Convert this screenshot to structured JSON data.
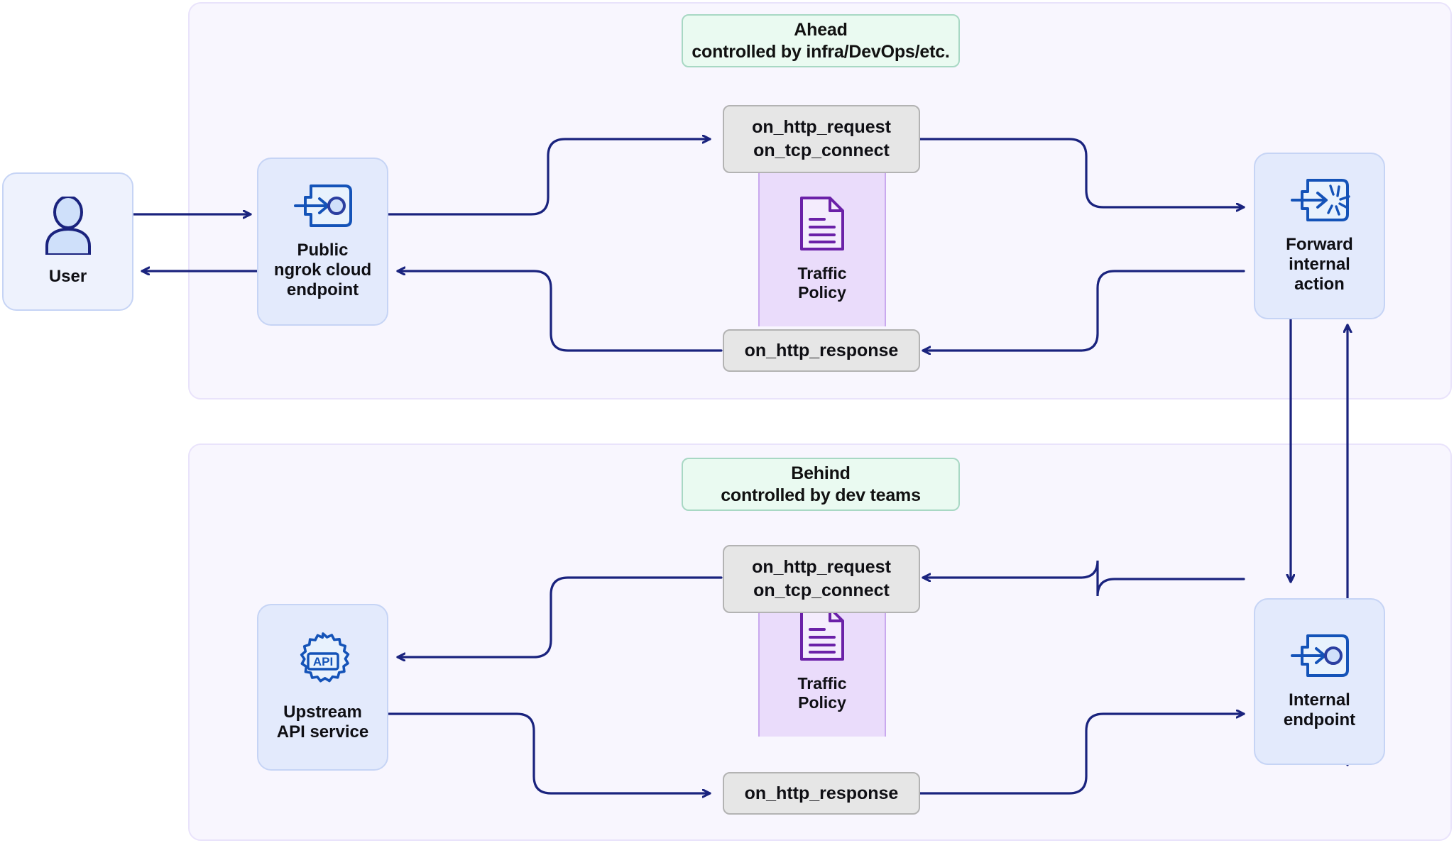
{
  "diagram": {
    "title": "ngrok Ahead / Behind traffic policy architecture",
    "colors": {
      "zone_bg": "#f8f6fe",
      "zone_border": "#e9e3fb",
      "zone_label_bg": "#eafaf1",
      "zone_label_border": "#a8d8c4",
      "node_bg": "#e3eafc",
      "node_border": "#c6d4f5",
      "hook_bg": "#e6e6e6",
      "hook_border": "#b3b3b3",
      "policy_bg": "#eadcfb",
      "policy_border": "#c9a9ee",
      "connector": "#1a237e",
      "icon_blue": "#1453b8",
      "icon_purple": "#6b21a8"
    },
    "zones": [
      {
        "id": "ahead",
        "label_line1": "Ahead",
        "label_line2": "controlled by infra/DevOps/etc."
      },
      {
        "id": "behind",
        "label_line1": "Behind",
        "label_line2": "controlled by dev teams"
      }
    ],
    "nodes": [
      {
        "id": "user",
        "label": "User",
        "icon": "user-icon"
      },
      {
        "id": "public-endpoint",
        "label_line1": "Public",
        "label_line2": "ngrok cloud",
        "label_line3": "endpoint",
        "icon": "endpoint-icon"
      },
      {
        "id": "forward-internal-action",
        "label_line1": "Forward",
        "label_line2": "internal",
        "label_line3": "action",
        "icon": "forward-action-icon"
      },
      {
        "id": "upstream-api-service",
        "label_line1": "Upstream",
        "label_line2": "API service",
        "icon": "api-gear-icon",
        "icon_text": "API"
      },
      {
        "id": "internal-endpoint",
        "label_line1": "Internal",
        "label_line2": "endpoint",
        "icon": "endpoint-icon"
      }
    ],
    "hooks": [
      {
        "id": "ahead-request",
        "line1": "on_http_request",
        "line2": "on_tcp_connect"
      },
      {
        "id": "ahead-response",
        "line1": "on_http_response"
      },
      {
        "id": "behind-request",
        "line1": "on_http_request",
        "line2": "on_tcp_connect"
      },
      {
        "id": "behind-response",
        "line1": "on_http_response"
      }
    ],
    "traffic_policy": [
      {
        "id": "ahead-traffic-policy",
        "line1": "Traffic",
        "line2": "Policy",
        "icon": "document-icon"
      },
      {
        "id": "behind-traffic-policy",
        "line1": "Traffic",
        "line2": "Policy",
        "icon": "document-icon"
      }
    ]
  }
}
